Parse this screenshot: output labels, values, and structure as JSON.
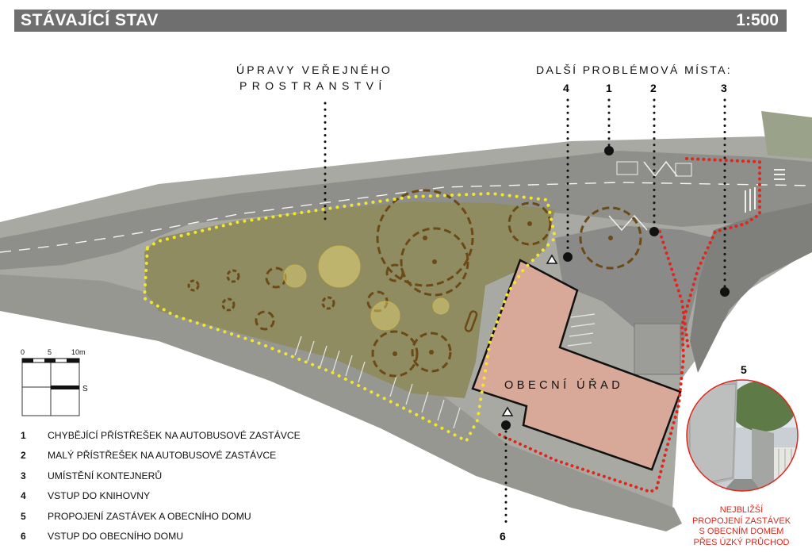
{
  "header": {
    "title": "STÁVAJÍCÍ STAV",
    "scale": "1:500"
  },
  "callout_public_space": {
    "line1": "ÚPRAVY VEŘEJNÉHO",
    "line2": "PROSTRANSTVÍ"
  },
  "callout_problems": {
    "title": "DALŠÍ PROBLÉMOVÁ MÍSTA:",
    "markers": [
      "4",
      "1",
      "2",
      "3"
    ]
  },
  "building_label": "OBECNÍ ÚŘAD",
  "scale_bar": {
    "ticks": [
      "0",
      "5",
      "10m"
    ],
    "north": "S"
  },
  "legend": [
    {
      "num": "1",
      "text": "CHYBĚJÍCÍ PŘÍSTŘEŠEK NA AUTOBUSOVÉ ZASTÁVCE"
    },
    {
      "num": "2",
      "text": "MALÝ PŘÍSTŘEŠEK NA AUTOBUSOVÉ ZASTÁVCE"
    },
    {
      "num": "3",
      "text": "UMÍSTĚNÍ KONTEJNERŮ"
    },
    {
      "num": "4",
      "text": "VSTUP DO KNIHOVNY"
    },
    {
      "num": "5",
      "text": "PROPOJENÍ ZASTÁVEK A OBECNÍHO DOMU"
    },
    {
      "num": "6",
      "text": "VSTUP DO OBECNÍHO DOMU"
    }
  ],
  "photo": {
    "marker": "5",
    "caption": [
      "NEJBLIŽŠÍ",
      "PROPOJENÍ ZASTÁVEK",
      "S OBECNÍM DOMEM",
      "PŘES ÚZKÝ PRŮCHOD"
    ]
  },
  "bottom_marker": "6",
  "colors": {
    "title_bar": "#6f6f6f",
    "public_space_boundary": "#f2e52e",
    "problem_boundary": "#e1261c",
    "building": "#d8a898",
    "tree_crown": "#6b4a16"
  }
}
